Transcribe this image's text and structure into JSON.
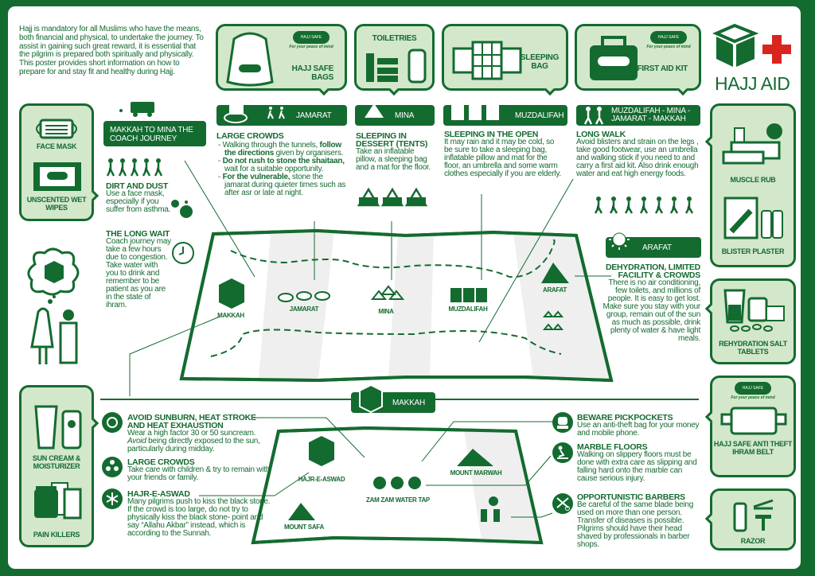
{
  "intro": "Hajj is mandatory for all Muslims who have the means, both financial and physical, to undertake the journey. To assist in gaining such great reward, it is essential that the pilgrim is prepared both spiritually and physically. This poster provides short information on how to prepare for and stay fit and healthy during Hajj.",
  "logo": {
    "title": "HAJJ AID",
    "cross_color": "#d9251d"
  },
  "colors": {
    "primary": "#146b30",
    "panel": "#d3e7cb",
    "map_fold": "#efefef"
  },
  "brand_badge": {
    "name": "HAJJ SAFE",
    "tagline": "For your peace of mind"
  },
  "top_cards": [
    {
      "label": "HAJJ SAFE BAGS",
      "icon": "drawstring-bag-icon"
    },
    {
      "label": "TOILETRIES",
      "icon": "toiletries-icon"
    },
    {
      "label": "SLEEPING BAG",
      "icon": "sleeping-bag-icon"
    },
    {
      "label": "FIRST AID KIT",
      "icon": "first-aid-kit-icon"
    }
  ],
  "left_cards": [
    {
      "items": [
        "FACE MASK",
        "UNSCENTED WET WIPES"
      ]
    },
    {
      "items": [
        "SUN CREAM & MOISTURIZER",
        "PAIN KILLERS"
      ]
    }
  ],
  "right_cards": [
    {
      "items": [
        "MUSCLE RUB",
        "BLISTER PLASTER"
      ]
    },
    {
      "items": [
        "REHYDRATION SALT TABLETS"
      ]
    },
    {
      "items": [
        "HAJJ SAFE ANTI THEFT IHRAM BELT"
      ]
    },
    {
      "items": [
        "RAZOR"
      ]
    }
  ],
  "coach": {
    "header": "MAKKAH TO MINA THE COACH JOURNEY",
    "sections": [
      {
        "title": "DIRT AND DUST",
        "text": "Use a face mask, especially if you suffer from asthma."
      },
      {
        "title": "THE LONG WAIT",
        "text": "Coach journey may take a few hours due to congestion. Take water with you to drink and remember to be patient as you are in the state of ihram."
      }
    ]
  },
  "jamarat": {
    "header": "JAMARAT",
    "title": "LARGE CROWDS",
    "bullets": [
      [
        {
          "t": "Walking through the tunnels, "
        },
        {
          "t": "follow the directions",
          "b": true
        },
        {
          "t": " given by organisers."
        }
      ],
      [
        {
          "t": "Do not rush to stone the shaitaan,",
          "b": true
        },
        {
          "t": " wait for a suitable opportunity."
        }
      ],
      [
        {
          "t": "For the vulnerable,",
          "b": true
        },
        {
          "t": " stone the jamarat during quieter times such as after asr or late at night."
        }
      ]
    ]
  },
  "mina": {
    "header": "MINA",
    "title": "SLEEPING IN DESSERT (TENTS)",
    "text": "Take an inflatable pillow, a sleeping bag and a mat for the floor."
  },
  "muzdalifah": {
    "header": "MUZDALIFAH",
    "title": "SLEEPING IN THE OPEN",
    "text": "It may rain and it may be cold, so be sure to take a sleeping bag, inflatable pillow and mat for the floor, an umbrella and some warm clothes especially if you are elderly."
  },
  "long_walk": {
    "header": "MUZDALIFAH - MINA - JAMARAT - MAKKAH",
    "title": "LONG WALK",
    "text": "Avoid blisters and strain on the legs , take good footwear, use an umbrella and walking stick if you need to and carry a first aid kit. Also drink enough water and eat high energy foods."
  },
  "arafat": {
    "header": "ARAFAT",
    "title": "DEHYDRATION, LIMITED FACILITY & CROWDS",
    "text": "There is no air conditioning, few toilets, and millions of people. It is easy to get lost. Make sure you stay with your group, remain out of the sun as much as possible, drink plenty of water & have light meals."
  },
  "route_map": {
    "labels": [
      "MAKKAH",
      "JAMARAT",
      "MINA",
      "MUZDALIFAH",
      "ARAFAT"
    ]
  },
  "makkah": {
    "header": "MAKKAH",
    "map_labels": {
      "hajr": "HAJR-E-ASWAD",
      "zamzam": "ZAM ZAM WATER TAP",
      "safa": "MOUNT SAFA",
      "marwah": "MOUNT MARWAH"
    },
    "tips_left": [
      {
        "title": "AVOID SUNBURN, HEAT STROKE AND HEAT EXHAUSTION",
        "text_pre": "Wear a high factor 30 or 50 suncream. ",
        "text_em": "Avoid",
        "text_post": " being directly exposed to the sun, particularly during midday.",
        "icon": "sun-icon"
      },
      {
        "title": "LARGE CROWDS",
        "text": "Take care with children & try to remain with your friends or family.",
        "icon": "family-icon"
      },
      {
        "title": "HAJR-E-ASWAD",
        "text": "Many pilgrims push to kiss the black stone. If the crowd is too large, do not try to physically kiss the black stone- point and say “Allahu Akbar” instead, which is according to the Sunnah.",
        "icon": "sparkle-icon"
      }
    ],
    "tips_right": [
      {
        "title": "BEWARE PICKPOCKETS",
        "text": "Use an anti-theft bag for your money and mobile phone.",
        "icon": "thief-icon"
      },
      {
        "title": "MARBLE FLOORS",
        "text": "Walking on slippery floors must be done with extra care as slipping and falling hard onto the marble can cause serious injury.",
        "icon": "slip-icon"
      },
      {
        "title": "OPPORTUNISTIC BARBERS",
        "text": "Be careful of the same blade being used on more than one person. Transfer of diseases is possible. Pilgrims should have their head shaved by professionals in barber shops.",
        "icon": "scissors-icon"
      }
    ]
  }
}
